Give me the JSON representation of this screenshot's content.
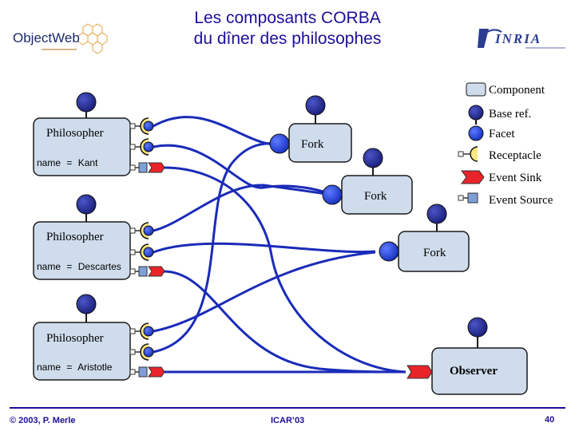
{
  "slide": {
    "title_line1": "Les composants CORBA",
    "title_line2": "du dîner des philosophes",
    "logo_left_text": "ObjectWeb",
    "logo_right_text": "INRIA",
    "footer_left": "© 2003, P. Merle",
    "footer_center": "ICAR’03",
    "page_number": "40"
  },
  "components": {
    "philosopher_1": {
      "name": "Philosopher",
      "attr_key": "name",
      "attr_eq": "=",
      "attr_value": "Kant"
    },
    "philosopher_2": {
      "name": "Philosopher",
      "attr_key": "name",
      "attr_eq": "=",
      "attr_value": "Descartes"
    },
    "philosopher_3": {
      "name": "Philosopher",
      "attr_key": "name",
      "attr_eq": "=",
      "attr_value": "Aristotle"
    },
    "fork_1": {
      "name": "Fork"
    },
    "fork_2": {
      "name": "Fork"
    },
    "fork_3": {
      "name": "Fork"
    },
    "observer": {
      "name": "Observer"
    }
  },
  "legend": {
    "component": "Component",
    "base_ref": "Base ref.",
    "facet": "Facet",
    "receptacle": "Receptacle",
    "event_sink": "Event Sink",
    "event_source": "Event Source"
  },
  "colors": {
    "title": "#1a0f99",
    "component_fill": "#cfdcec",
    "component_stroke": "#1a1a1a",
    "facet_fill": "#2a3fd8",
    "base_ref_fill": "#242a8a",
    "receptacle_fill": "#ffe680",
    "event_sink_fill": "#e8242a",
    "event_source_fill": "#7f9fd9",
    "connection": "#1a2bb8"
  }
}
